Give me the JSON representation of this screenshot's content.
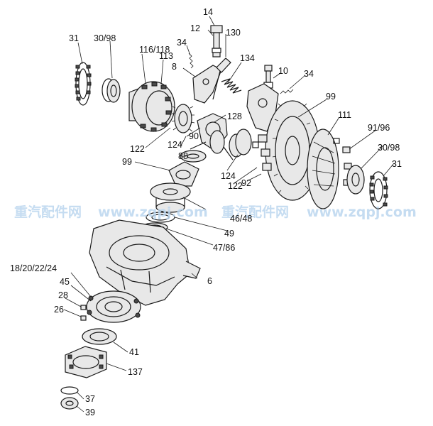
{
  "watermark": {
    "cn_left": "重汽配件网",
    "url_left": "www.zqpj.com",
    "cn_right": "重汽配件网",
    "url_right": "www.zqpj.com",
    "color": "#bcd7ef"
  },
  "callouts": {
    "c14": "14",
    "c12": "12",
    "c130": "130",
    "c31_left": "31",
    "c30_98_left": "30/98",
    "c116_118": "116/118",
    "c113": "113",
    "c34_left": "34",
    "c8": "8",
    "c134": "134",
    "c10": "10",
    "c34_right": "34",
    "c99_top": "99",
    "c128": "128",
    "c90": "90",
    "c124_left": "124",
    "c122_left": "122",
    "c88": "88",
    "c99_left": "99",
    "c124_mid": "124",
    "c122_mid": "122",
    "c92": "92",
    "c111": "111",
    "c91_96": "91/96",
    "c30_98_right": "30/98",
    "c31_right": "31",
    "c46_48": "46/48",
    "c49": "49",
    "c47_86": "47/86",
    "c18_20_22_24": "18/20/22/24",
    "c45": "45",
    "c28": "28",
    "c26": "26",
    "c6": "6",
    "c41": "41",
    "c137": "137",
    "c37": "37",
    "c39": "39"
  }
}
